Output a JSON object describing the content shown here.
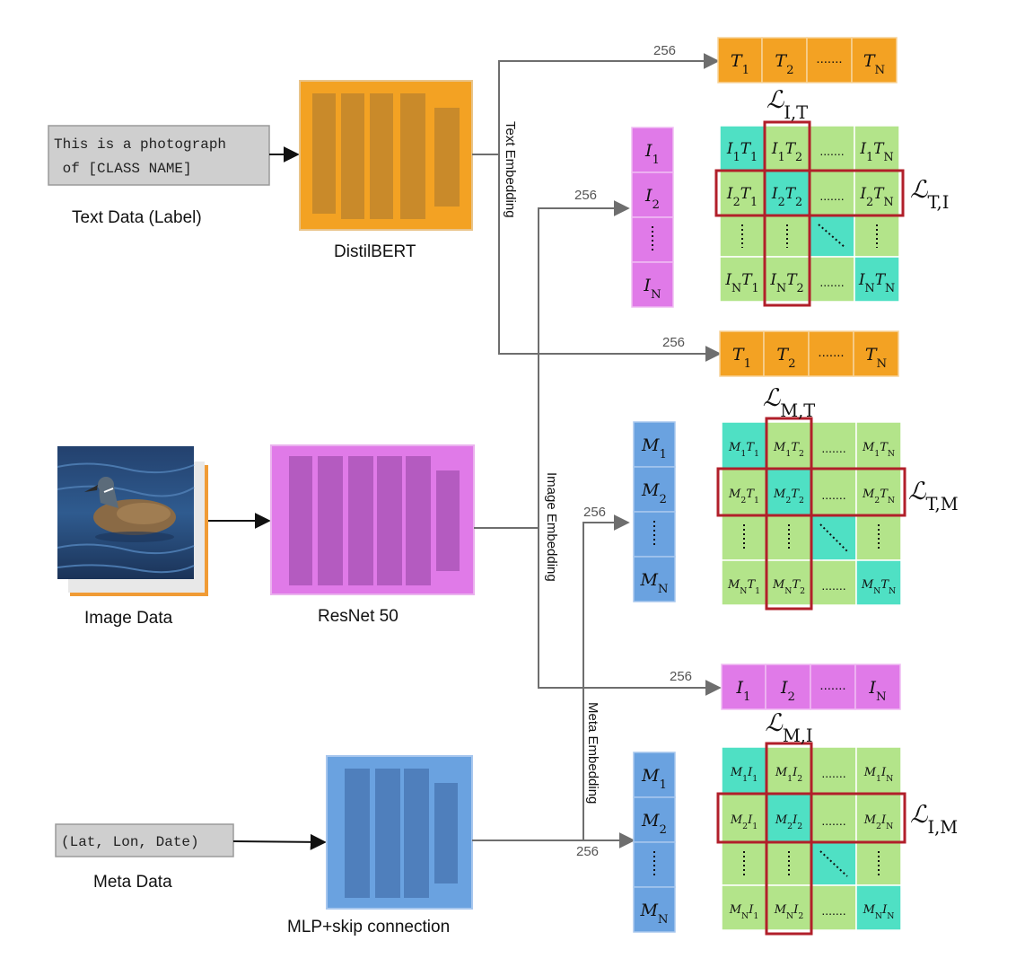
{
  "colors": {
    "text_orange": "#f3a223",
    "image_magenta": "#e07ae8",
    "meta_blue": "#6aa2e0",
    "diag_teal": "#4fe0c4",
    "offdiag_green": "#b3e48a",
    "highlight_red": "#b11f2a",
    "input_gray": "#cfcfcf",
    "arrow_gray": "#6e6e6e"
  },
  "inputs": {
    "text": {
      "box": "This is a photograph of [CLASS NAME]",
      "line1": "This is a photograph",
      "line2": " of [CLASS NAME]",
      "caption": "Text Data (Label)"
    },
    "image": {
      "caption": "Image Data",
      "image_icon": "duck-photo-stack"
    },
    "meta": {
      "box": "(Lat, Lon, Date)",
      "caption": "Meta Data"
    }
  },
  "encoders": {
    "text": {
      "label": "DistilBERT"
    },
    "image": {
      "label": "ResNet 50"
    },
    "meta": {
      "label": "MLP+skip connection"
    }
  },
  "embeddings": {
    "text": "Text Embedding",
    "image": "Image Embedding",
    "meta": "Meta Embedding"
  },
  "dims": {
    "d1": "256",
    "d2": "256",
    "d3": "256",
    "d4": "256",
    "d5": "256",
    "d6": "256"
  },
  "rows": {
    "r1": {
      "base": "T",
      "cells": [
        "1",
        "2",
        "N"
      ],
      "dots": "......."
    },
    "r2": {
      "base": "T",
      "cells": [
        "1",
        "2",
        "N"
      ],
      "dots": "......."
    },
    "r3": {
      "base": "I",
      "cells": [
        "1",
        "2",
        "N"
      ],
      "dots": "......."
    }
  },
  "columns": {
    "c1": {
      "base": "I",
      "cells": [
        "1",
        "2",
        "N"
      ]
    },
    "c2": {
      "base": "M",
      "cells": [
        "1",
        "2",
        "N"
      ]
    },
    "c3": {
      "base": "M",
      "cells": [
        "1",
        "2",
        "N"
      ]
    }
  },
  "matrices": {
    "m1": {
      "row": "I",
      "col": "T",
      "loss_top": {
        "script": "ℒ",
        "sub": "I,T"
      },
      "loss_right": {
        "script": "ℒ",
        "sub": "T,I"
      },
      "dots": "......."
    },
    "m2": {
      "row": "M",
      "col": "T",
      "loss_top": {
        "script": "ℒ",
        "sub": "M,T"
      },
      "loss_right": {
        "script": "ℒ",
        "sub": "T,M"
      },
      "dots": "......."
    },
    "m3": {
      "row": "M",
      "col": "I",
      "loss_top": {
        "script": "ℒ",
        "sub": "M,I"
      },
      "loss_right": {
        "script": "ℒ",
        "sub": "I,M"
      },
      "dots": "......."
    }
  }
}
